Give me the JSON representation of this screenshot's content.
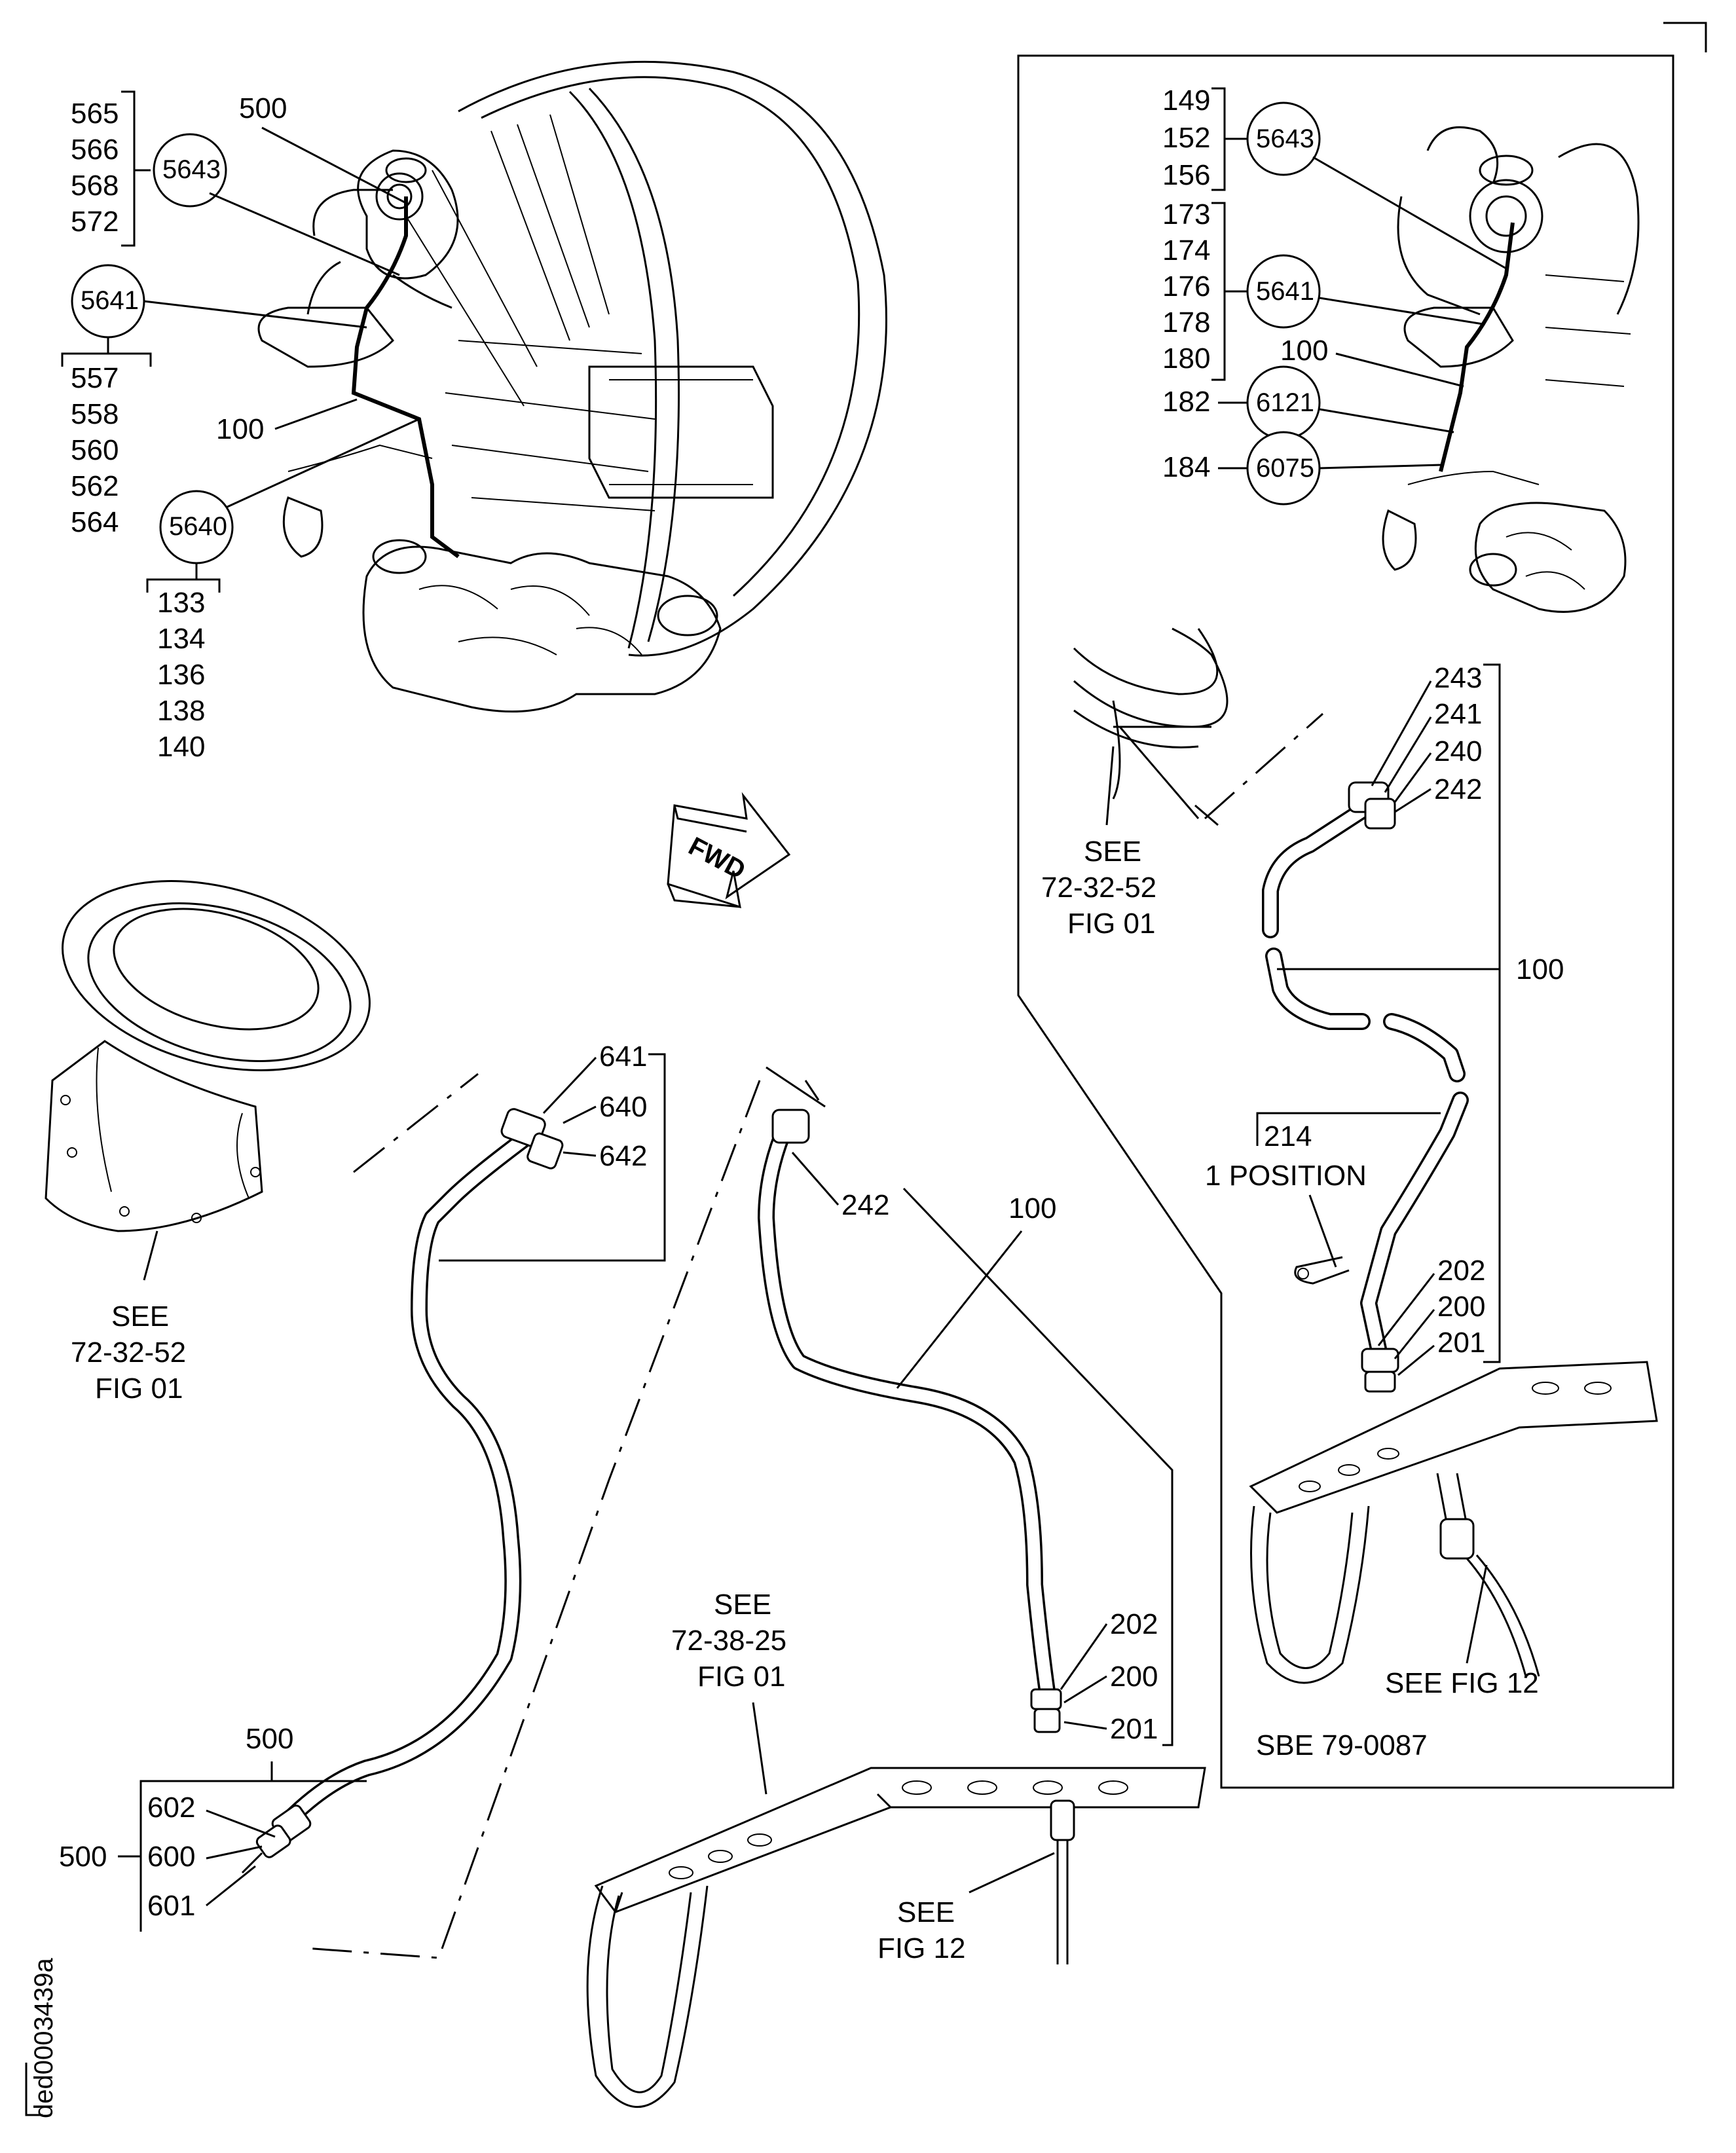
{
  "figure_id": "ded0003439a",
  "callouts": {
    "main_upper_group": [
      "565",
      "566",
      "568",
      "572"
    ],
    "main_upper_circle": "5643",
    "main_500_top": "500",
    "main_5641_circle": "5641",
    "main_5641_group": [
      "557",
      "558",
      "560",
      "562",
      "564"
    ],
    "main_100": "100",
    "main_5640_circle": "5640",
    "main_5640_group": [
      "133",
      "134",
      "136",
      "138",
      "140"
    ],
    "fwd": "FWD",
    "left_flange_see": [
      "SEE",
      "72-32-52",
      "FIG 01"
    ],
    "left_tube_fitting": [
      "641",
      "640",
      "642"
    ],
    "left_tube_bottom_label": "500",
    "left_tube_bottom_group_label": "500",
    "left_tube_bottom_fitting": [
      "602",
      "600",
      "601"
    ],
    "mid_tube_242": "242",
    "mid_tube_100": "100",
    "mid_tube_fitting": [
      "202",
      "200",
      "201"
    ],
    "mid_bracket_see": [
      "SEE",
      "72-38-25",
      "FIG 01"
    ],
    "mid_probe_see": [
      "SEE",
      "FIG 12"
    ]
  },
  "inset": {
    "group_a": [
      "149",
      "152",
      "156"
    ],
    "circle_a": "5643",
    "group_b": [
      "173",
      "174",
      "176",
      "178",
      "180"
    ],
    "circle_b": "5641",
    "label_100_top": "100",
    "label_182": "182",
    "circle_182": "6121",
    "label_184": "184",
    "circle_184": "6075",
    "flange_see": [
      "SEE",
      "72-32-52",
      "FIG 01"
    ],
    "top_fitting": [
      "243",
      "241",
      "240",
      "242"
    ],
    "label_100_side": "100",
    "label_214": "214",
    "position_note": "1 POSITION",
    "bottom_fitting": [
      "202",
      "200",
      "201"
    ],
    "probe_see": "SEE FIG 12",
    "service_bulletin": "SBE 79-0087"
  },
  "icons": [
    "fwd-arrow-icon",
    "corner-mark-icon"
  ]
}
